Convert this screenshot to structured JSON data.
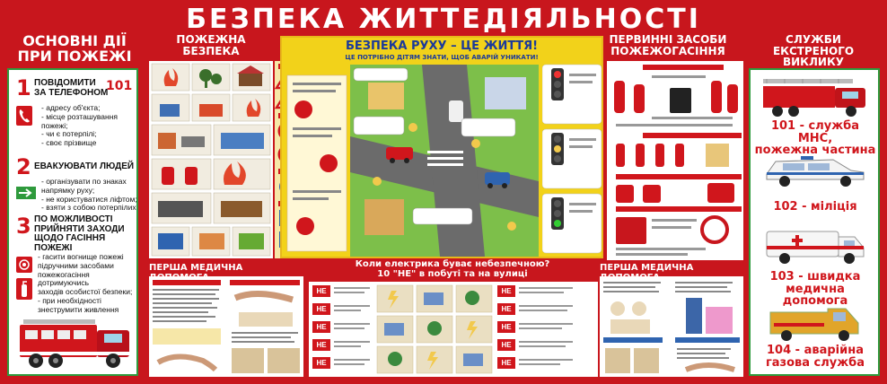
{
  "title": "БЕЗПЕКА ЖИТТЕДІЯЛЬНОСТІ",
  "left": {
    "header": [
      "ОСНОВНІ ДІЇ",
      "ПРИ ПОЖЕЖІ"
    ],
    "steps": [
      {
        "num": "1",
        "title": [
          "ПОВІДОМИТИ",
          "ЗА ТЕЛЕФОНОМ"
        ],
        "phone": "101",
        "lines": [
          "- адресу об'єкта;",
          "- місце розташування пожежі;",
          "- чи є потерпілі;",
          "- своє прізвище"
        ]
      },
      {
        "num": "2",
        "title": [
          "ЕВАКУЮВАТИ ЛЮДЕЙ"
        ],
        "lines": [
          "- організувати по знаках",
          "напрямку руху;",
          "- не користуватися ліфтом;",
          "- взяти з собою потерпілих"
        ]
      },
      {
        "num": "3",
        "title": [
          "ПО МОЖЛИВОСТІ",
          "ПРИЙНЯТИ ЗАХОДИ",
          "ЩОДО ГАСІННЯ",
          "ПОЖЕЖІ"
        ],
        "lines": [
          "- гасити вогнище пожежі",
          "підручними засобами",
          "пожежогасіння",
          "дотримуючись",
          "заходів особистої безпеки;",
          "- при необхідності",
          "знеструмити живлення"
        ]
      }
    ]
  },
  "fire_safety": {
    "header": [
      "ПОЖЕЖНА",
      "БЕЗПЕКА"
    ]
  },
  "traffic": {
    "header": "БЕЗПЕКА РУХУ – ЦЕ ЖИТТЯ!",
    "subheader": "ЦЕ ПОТРІБНО ДІТЯМ ЗНАТИ, ЩОБ АВАРІЙ УНИКАТИ!"
  },
  "extinguish": {
    "header": [
      "ПЕРВИННІ ЗАСОБИ",
      "ПОЖЕЖОГАСІННЯ"
    ]
  },
  "emergency": {
    "header": [
      "СЛУЖБИ",
      "ЕКСТРЕНОГО ВИКЛИКУ"
    ],
    "services": [
      {
        "num": "101",
        "text": [
          "- служба МНС,",
          "пожежна частина"
        ]
      },
      {
        "num": "102",
        "text": [
          "- міліція"
        ]
      },
      {
        "num": "103",
        "text": [
          "- швидка",
          "медична допомога"
        ]
      },
      {
        "num": "104",
        "text": [
          "- аварійна",
          "газова служба"
        ]
      }
    ]
  },
  "first_aid_left": {
    "header": "ПЕРША МЕДИЧНА ДОПОМОГА"
  },
  "first_aid_right": {
    "header": "ПЕРША МЕДИЧНА ДОПОМОГА"
  },
  "electric": {
    "header": [
      "Коли електрика буває небезпечною?",
      "10 \"НЕ\" в побуті та на вулиці"
    ],
    "ne": "НЕ"
  },
  "colors": {
    "background": "#c8161d",
    "accent_red": "#d0161c",
    "green": "#2e9a3c",
    "yellow": "#f2d21a"
  }
}
